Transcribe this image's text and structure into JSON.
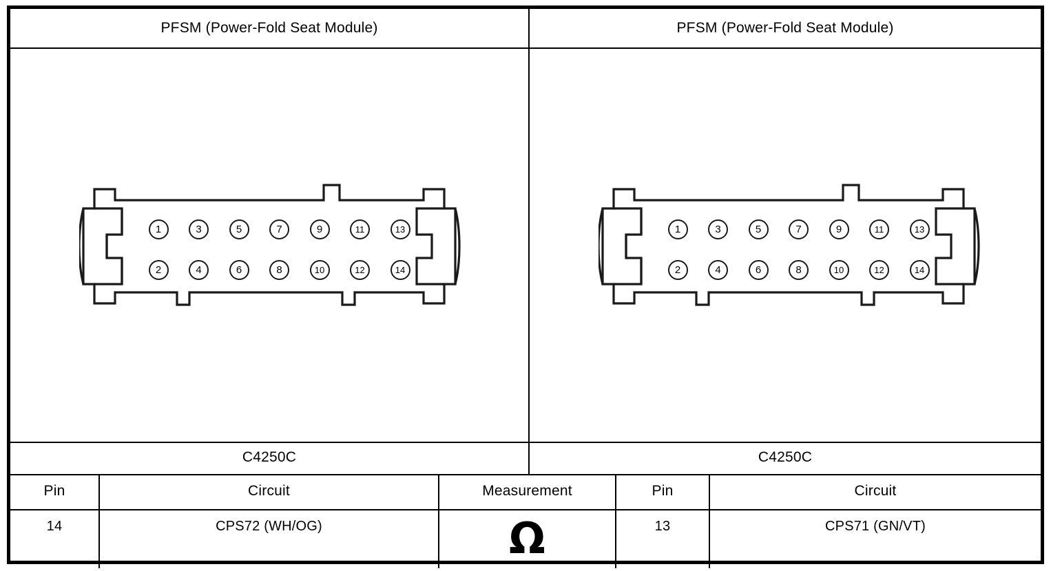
{
  "panels": [
    {
      "id": "left",
      "title": "PFSM (Power-Fold Seat Module)",
      "connector_label": "C4250C",
      "connector": {
        "name": "14-pin-connector",
        "rows": [
          [
            "1",
            "3",
            "5",
            "7",
            "9",
            "11",
            "13"
          ],
          [
            "2",
            "4",
            "6",
            "8",
            "10",
            "12",
            "14"
          ]
        ]
      }
    },
    {
      "id": "right",
      "title": "PFSM (Power-Fold Seat Module)",
      "connector_label": "C4250C",
      "connector": {
        "name": "14-pin-connector",
        "rows": [
          [
            "1",
            "3",
            "5",
            "7",
            "9",
            "11",
            "13"
          ],
          [
            "2",
            "4",
            "6",
            "8",
            "10",
            "12",
            "14"
          ]
        ]
      }
    }
  ],
  "table": {
    "headers": {
      "pin_left": "Pin",
      "circuit_left": "Circuit",
      "measurement": "Measurement",
      "pin_right": "Pin",
      "circuit_right": "Circuit"
    },
    "row": {
      "pin_left": "14",
      "circuit_left": "CPS72 (WH/OG)",
      "measurement_symbol": "Ω",
      "pin_right": "13",
      "circuit_right": "CPS71 (GN/VT)"
    }
  },
  "colors": {
    "ink": "#000000",
    "paper": "#ffffff"
  }
}
